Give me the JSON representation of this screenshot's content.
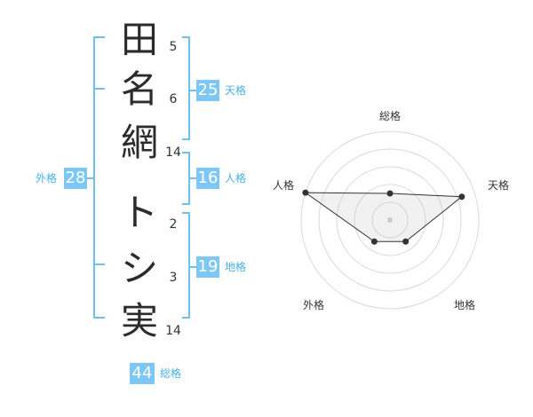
{
  "name": {
    "characters": [
      {
        "char": "田",
        "strokes": "5"
      },
      {
        "char": "名",
        "strokes": "6"
      },
      {
        "char": "網",
        "strokes": "14"
      },
      {
        "char": "ト",
        "strokes": "2"
      },
      {
        "char": "シ",
        "strokes": "3"
      },
      {
        "char": "実",
        "strokes": "14"
      }
    ]
  },
  "scores": {
    "tenkaku": {
      "value": "25",
      "label": "天格"
    },
    "jinkaku": {
      "value": "16",
      "label": "人格"
    },
    "chikaku": {
      "value": "19",
      "label": "地格"
    },
    "gaikaku": {
      "value": "28",
      "label": "外格"
    },
    "soukaku": {
      "value": "44",
      "label": "総格"
    }
  },
  "radar": {
    "labels": {
      "top": "総格",
      "upper_right": "天格",
      "lower_right": "地格",
      "lower_left": "外格",
      "upper_left": "人格"
    },
    "levels": {
      "総格": 0.3,
      "天格": 0.85,
      "地格": 0.3,
      "外格": 0.3,
      "人格": 1.0
    }
  },
  "colors": {
    "accent": "#7cc7f5",
    "accent_text": "#49b0ec",
    "bracket": "#6fbfef"
  }
}
